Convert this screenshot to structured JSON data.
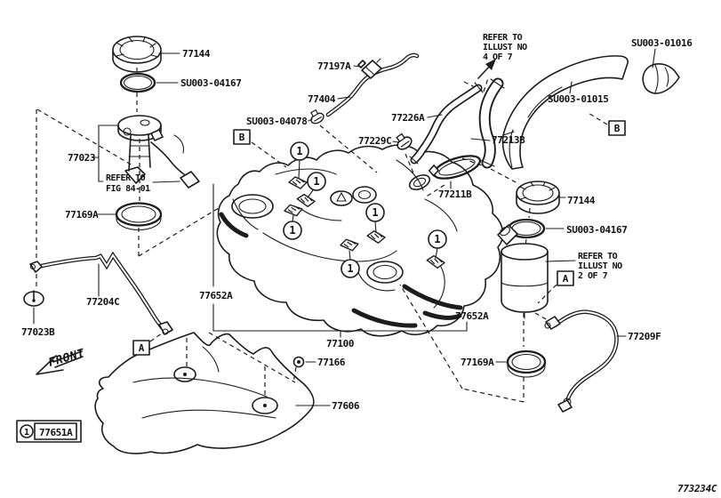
{
  "colors": {
    "ink": "#1c1c1c",
    "background": "#ffffff"
  },
  "diagram_code": "773234C",
  "front_indicator": "FRONT",
  "callouts": {
    "a": "A",
    "b": "B"
  },
  "markers": {
    "digit": "1"
  },
  "legend": {
    "digit": "1",
    "part": "77651A"
  },
  "notes": {
    "refer_fig": [
      "REFER TO",
      "FIG 84-01"
    ],
    "refer_illust_4": [
      "REFER TO",
      "ILLUST NO",
      "4 OF 7"
    ],
    "refer_illust_2": [
      "REFER TO",
      "ILLUST NO",
      "2 OF 7"
    ]
  },
  "parts": {
    "fuel_cap_left": "77144",
    "cap_gasket_left": "SU003-04167",
    "fuel_pump_assembly": "77023",
    "pump_ring_left": "77169A",
    "breather_tube": "77204C",
    "grommet": "77023B",
    "tank_cushion_left": "77652A",
    "fuel_tank": "77100",
    "shield_grommet": "77166",
    "protector_shield": "77606",
    "tube_connector": "77197A",
    "breather_tube_upper": "77404",
    "tube_clamp": "SU003-04078",
    "hose_clamp": "77229C",
    "breather_hose": "77226A",
    "filler_hose": "77213B",
    "filler_ring": "77211B",
    "protector_upper": "SU003-01016",
    "protector_outer": "SU003-01015",
    "fuel_cap_right": "77144",
    "cap_gasket_right": "SU003-04167",
    "fuel_tube_right": "77209F",
    "pump_ring_right": "77169A",
    "tank_cushion_right": "77652A"
  }
}
